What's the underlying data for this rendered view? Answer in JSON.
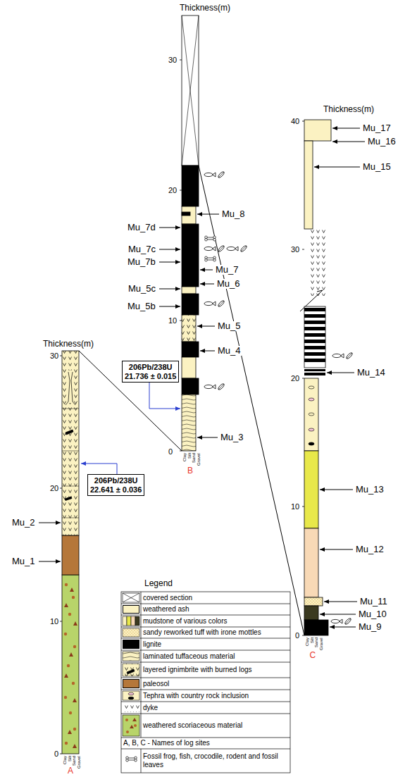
{
  "diagram": {
    "nodes": [
      {
        "text": [
          "206Pb/238U",
          "21.736 ± 0.015"
        ]
      },
      {
        "text": [
          "206Pb/238U",
          "22.641 ± 0.036"
        ]
      }
    ],
    "labels": [
      "Thickness(m)",
      "30",
      "20",
      "10",
      "0",
      "Mu_8",
      "Mu_7d",
      "Mu_7c",
      "Mu_7b",
      "Mu_7",
      "Mu_6",
      "Mu_5c",
      "Mu_5b",
      "Mu_5",
      "Mu_4",
      "Mu_3",
      "Clay",
      "Silt",
      "Sand",
      "Gravel",
      "B",
      "Thickness(m)",
      "40",
      "30",
      "20",
      "10",
      "0",
      "Mu_17",
      "Mu_16",
      "Mu_15",
      "Mu_14",
      "Mu_13",
      "Mu_12",
      "Mu_11",
      "Mu_10",
      "Mu_9",
      "Clay",
      "Silt",
      "Sand",
      "Gravel",
      "C",
      "Thickness(m)",
      "30",
      "20",
      "10",
      "0",
      "Mu_2",
      "Mu_1",
      "Clay",
      "Silt",
      "Sand",
      "Gravel",
      "A",
      "Legend"
    ],
    "legend": [
      {
        "text": "covered section"
      },
      {
        "text": "weathered ash",
        "color": "#fbf2c2"
      },
      {
        "text": "mudstone of various colors"
      },
      {
        "text": "sandy reworked tuff with irone mottles"
      },
      {
        "text": "lignite",
        "color": "#000000"
      },
      {
        "text": "laminated tuffaceous material"
      },
      {
        "text": "layered ignimbrite with burned logs"
      },
      {
        "text": "paleosol",
        "color": "#b5773a"
      },
      {
        "text": "Tephra with country rock inclusion"
      },
      {
        "text": "dyke"
      },
      {
        "text": "weathered scoriaceous material"
      },
      {
        "text": "A, B, C - Names of log sites"
      },
      {
        "text": "Fossil frog, fish, crocodile, rodent and fossil leaves"
      }
    ]
  }
}
